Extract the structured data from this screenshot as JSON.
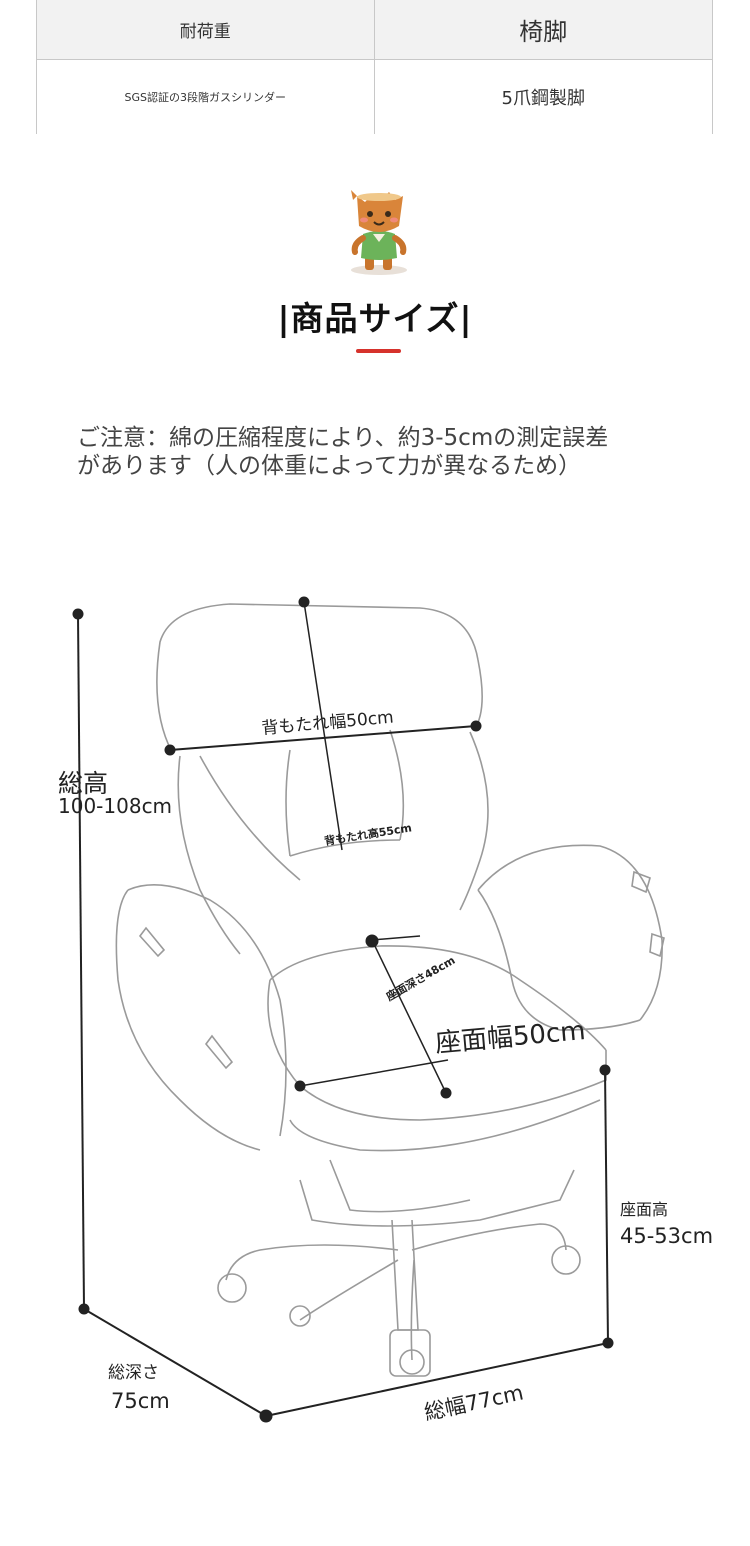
{
  "spec_table": {
    "header": {
      "left": "耐荷重",
      "right": "椅脚"
    },
    "row": {
      "left": "SGS認証の3段階ガスシリンダー",
      "right": "5爪鋼製脚"
    }
  },
  "section": {
    "title": "|商品サイズ|"
  },
  "notice": {
    "line1": "ご注意：綿の圧縮程度により、約3-5cmの測定誤差",
    "line2": "があります（人の体重によって力が異なるため）"
  },
  "dimensions": {
    "backrest_width": "背もたれ幅50cm",
    "total_height_label": "総高",
    "total_height_value": "100-108cm",
    "backrest_height": "背もたれ高55cm",
    "seat_depth": "座面深さ48cm",
    "seat_width": "座面幅50cm",
    "seat_height_label": "座面高",
    "seat_height_value": "45-53cm",
    "total_depth_label": "総深さ",
    "total_depth_value": "75cm",
    "total_width": "総幅77cm"
  },
  "colors": {
    "accent": "#d6322c",
    "line": "#222222",
    "chair_outline": "#9a9a9a"
  }
}
